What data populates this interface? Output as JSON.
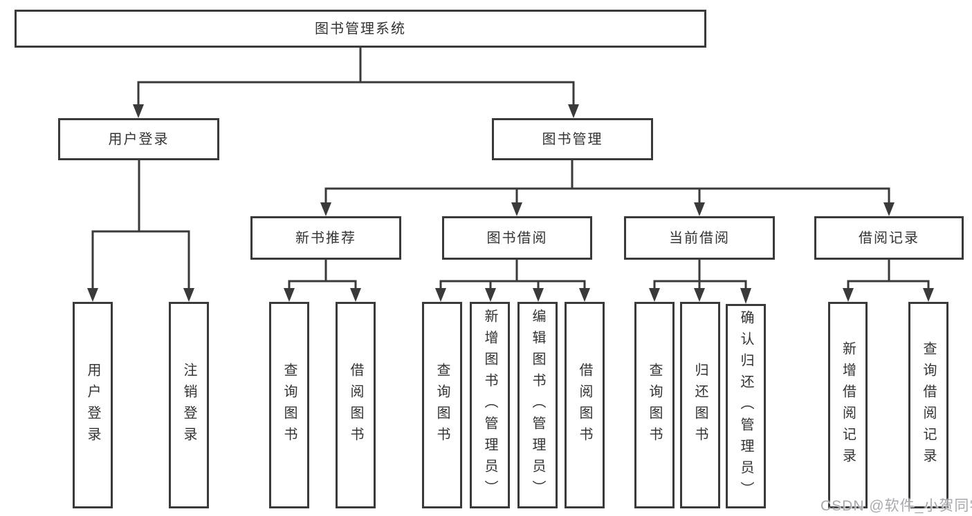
{
  "colors": {
    "background": "#ffffff",
    "line": "#3a3a3a",
    "node_border": "#3a3a3a",
    "node_text": "#333333",
    "watermark_text": "#9e9ea6"
  },
  "watermark": {
    "text": "CSDN @软件_小贺同学"
  },
  "tree": {
    "root": {
      "label": "图书管理系统",
      "children": [
        {
          "label": "用户登录",
          "children": [
            {
              "label": "用户登录"
            },
            {
              "label": "注销登录"
            }
          ]
        },
        {
          "label": "图书管理",
          "children": [
            {
              "label": "新书推荐",
              "children": [
                {
                  "label": "查询图书"
                },
                {
                  "label": "借阅图书"
                }
              ]
            },
            {
              "label": "图书借阅",
              "children": [
                {
                  "label": "查询图书"
                },
                {
                  "label": "新增图书（管理员）"
                },
                {
                  "label": "编辑图书（管理员）"
                },
                {
                  "label": "借阅图书"
                }
              ]
            },
            {
              "label": "当前借阅",
              "children": [
                {
                  "label": "查询图书"
                },
                {
                  "label": "归还图书"
                },
                {
                  "label": "确认归还（管理员）"
                }
              ]
            },
            {
              "label": "借阅记录",
              "children": [
                {
                  "label": "新增借阅记录"
                },
                {
                  "label": "查询借阅记录"
                }
              ]
            }
          ]
        }
      ]
    }
  }
}
